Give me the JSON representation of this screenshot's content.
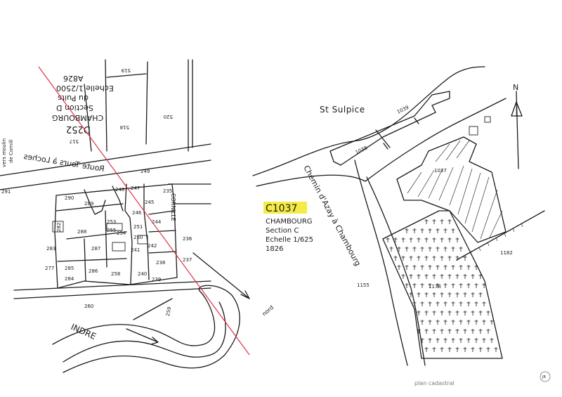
{
  "left_map": {
    "title_block": [
      "A826",
      "Echelle 1/2500",
      "du Puits",
      "Section D",
      "CHAMBOURG",
      "D252"
    ],
    "road_label": "Route Tours à Loches",
    "side_label_1": "vers moulin",
    "side_label_2": "de Cornill",
    "place_label": "CORNILLE",
    "river_label": "INDRE",
    "direction_label": "nord",
    "parcels": [
      "519",
      "520",
      "517",
      "518",
      "249",
      "291",
      "247",
      "248",
      "235",
      "290",
      "289",
      "245",
      "246",
      "282",
      "288",
      "244",
      "236",
      "253",
      "255",
      "254",
      "251",
      "250",
      "283",
      "287",
      "242",
      "241",
      "277",
      "285",
      "238",
      "237",
      "286",
      "284",
      "258",
      "240",
      "239",
      "260",
      "259"
    ]
  },
  "right_map": {
    "church_label": "St Sulpice",
    "parcel_1039": "1039",
    "parcel_1038": "1038",
    "parcel_1037": "1037",
    "parcel_1182": "1182",
    "parcel_1155": "1155",
    "parcel_1178": "1178",
    "road_label": "Chemin d'Azay à Chambourg",
    "north_label": "N",
    "code_highlight": "C1037",
    "caption": [
      "CHAMBOURG",
      "Section C",
      "Echelle 1/625",
      "1826"
    ],
    "corner_note": "plan cadastral",
    "corner_mark": "JR"
  },
  "colors": {
    "ink": "#1a1a1a",
    "highlight": "#f4ec45",
    "red_line": "#d8344a"
  }
}
